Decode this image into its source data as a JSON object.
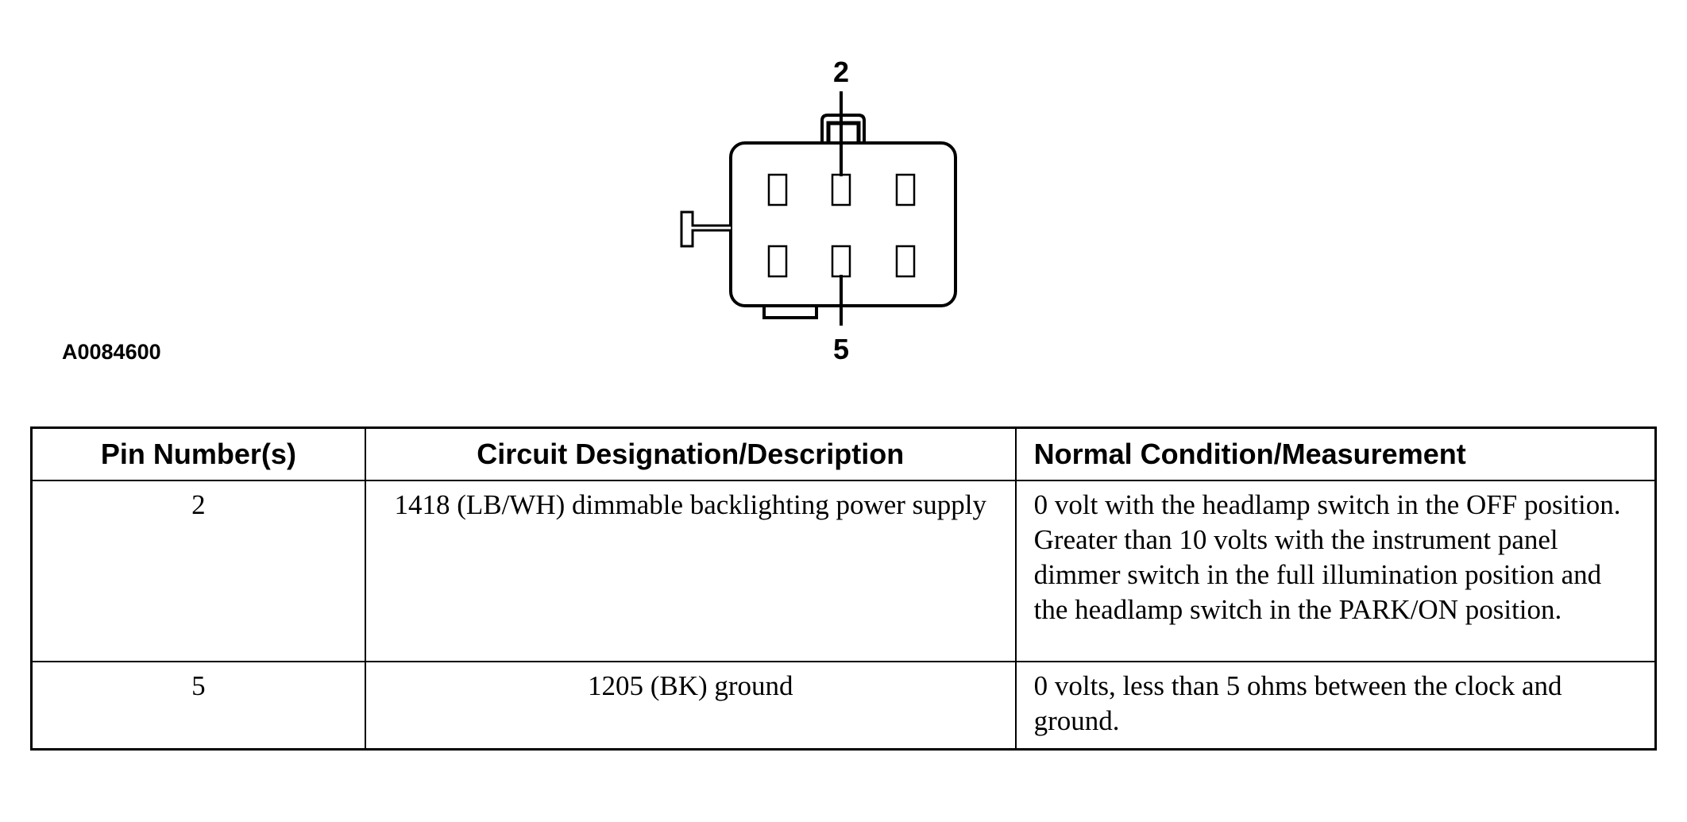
{
  "figure": {
    "id": "A0084600",
    "pin_labels": [
      "2",
      "5"
    ]
  },
  "table": {
    "headers": [
      "Pin Number(s)",
      "Circuit Designation/Description",
      "Normal Condition/Measurement"
    ],
    "rows": [
      {
        "pin": "2",
        "circuit": "1418 (LB/WH) dimmable backlighting power supply",
        "condition": "0 volt with the headlamp switch in the OFF position. Greater than 10 volts with the instrument panel dimmer switch in the full illumination position and the headlamp switch in the PARK/ON position."
      },
      {
        "pin": "5",
        "circuit": "1205 (BK) ground",
        "condition": "0 volts, less than 5 ohms between the clock and ground."
      }
    ]
  }
}
